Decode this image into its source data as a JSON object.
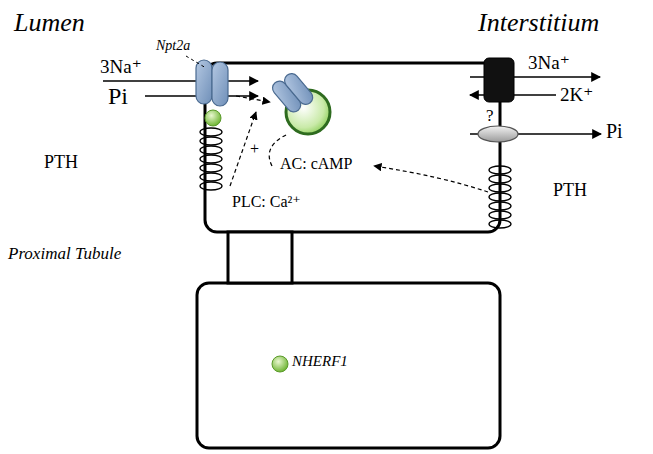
{
  "diagram": {
    "nodes": [
      {
        "text": [
          "PLC: Ca²⁺",
          "AC: cAMP"
        ]
      },
      {
        "text": [
          "NHERF1"
        ]
      }
    ],
    "labels": [
      "Lumen",
      "Interstitium",
      "Npt2a",
      "3Na⁺",
      "Pi",
      "PTH",
      "+",
      "3Na⁺",
      "2K⁺",
      "?",
      "Pi",
      "PTH",
      "Proximal Tubule"
    ]
  }
}
